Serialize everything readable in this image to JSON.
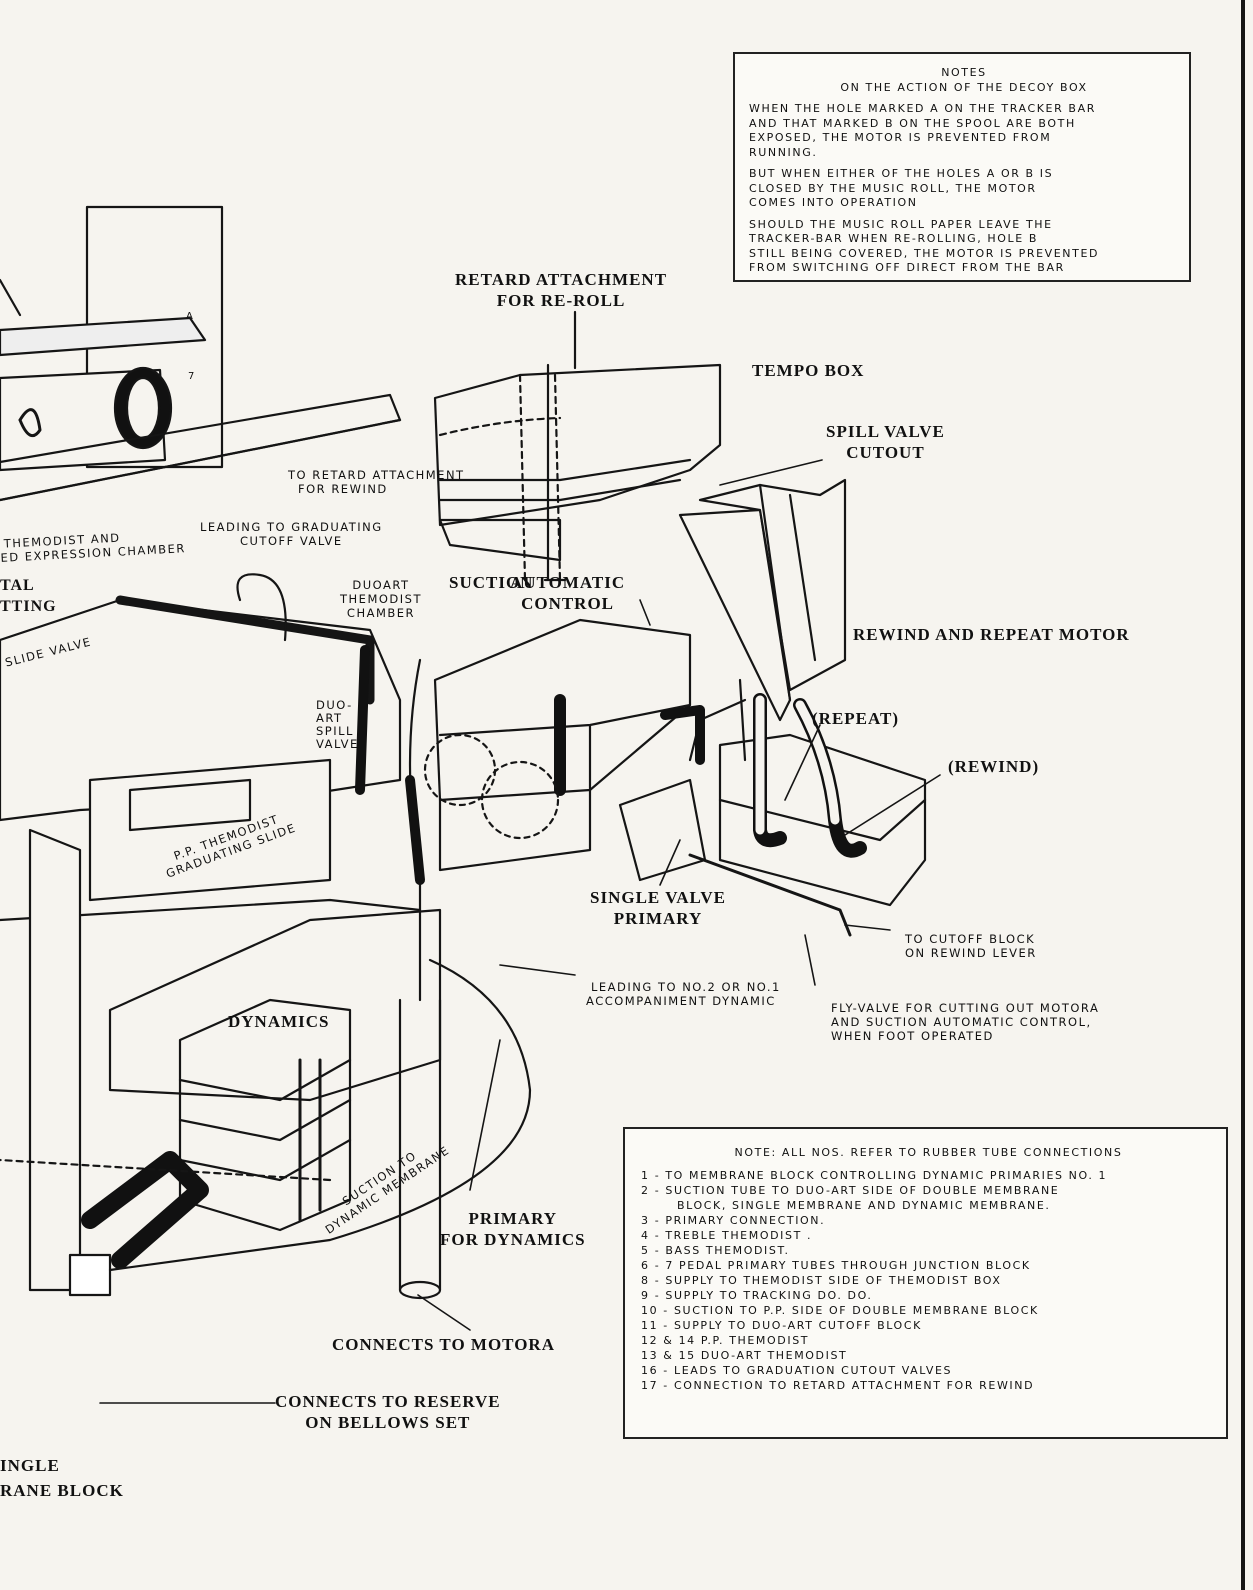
{
  "notes_box": {
    "title": "NOTES",
    "subtitle": "ON THE ACTION OF THE DECOY BOX",
    "paragraphs": [
      [
        "WHEN THE HOLE MARKED A ON THE TRACKER BAR",
        "AND THAT MARKED B ON THE SPOOL ARE BOTH",
        "EXPOSED, THE MOTOR IS PREVENTED FROM",
        "RUNNING."
      ],
      [
        "BUT WHEN EITHER OF THE HOLES A OR B IS",
        "CLOSED BY THE MUSIC ROLL, THE MOTOR",
        "COMES INTO OPERATION"
      ],
      [
        "SHOULD THE MUSIC ROLL PAPER LEAVE THE",
        "TRACKER-BAR WHEN RE-ROLLING, HOLE B",
        "STILL BEING COVERED, THE MOTOR IS PREVENTED",
        "FROM SWITCHING OFF DIRECT FROM THE BAR"
      ]
    ]
  },
  "labels": {
    "retard_attachment": [
      "RETARD ATTACHMENT",
      "FOR RE-ROLL"
    ],
    "tempo_box": "TEMPO BOX",
    "spill_valve_cutout": [
      "SPILL VALVE",
      "CUTOUT"
    ],
    "to_retard_attachment": [
      "TO RETARD ATTACHMENT",
      "FOR REWIND"
    ],
    "leading_to_graduating": [
      "LEADING TO GRADUATING",
      "CUTOFF VALVE"
    ],
    "themodist_and": [
      "THEMODIST AND",
      "ED EXPRESSION CHAMBER"
    ],
    "tal_tting": [
      "TAL",
      "TTING"
    ],
    "slide_valve": "SLIDE VALVE",
    "duoart_themodist": [
      "DUOART",
      "THEMODIST",
      "CHAMBER"
    ],
    "suction": "SUCTION",
    "automatic_control": [
      "AUTOMATIC",
      "CONTROL"
    ],
    "rewind_repeat_motor": "REWIND AND REPEAT MOTOR",
    "duo_art_spill_valve": [
      "DUO-",
      "ART",
      "SPILL",
      "VALVE"
    ],
    "repeat": "(REPEAT)",
    "rewind": "(REWIND)",
    "pp_themodist_slide": [
      "P.P. THEMODIST",
      "GRADUATING SLIDE"
    ],
    "single_valve_primary": [
      "SINGLE VALVE",
      "PRIMARY"
    ],
    "to_cutoff_block": [
      "TO CUTOFF BLOCK",
      "ON REWIND LEVER"
    ],
    "leading_to_no2": [
      "LEADING TO NO.2 OR NO.1",
      "ACCOMPANIMENT DYNAMIC"
    ],
    "fly_valve": [
      "FLY-VALVE FOR CUTTING OUT MOTORA",
      "AND SUCTION AUTOMATIC CONTROL,",
      "WHEN FOOT OPERATED"
    ],
    "dynamics": "DYNAMICS",
    "suction_to_dynamic": [
      "SUCTION TO",
      "DYNAMIC MEMBRANE"
    ],
    "primary_for_dynamics": [
      "PRIMARY",
      "FOR DYNAMICS"
    ],
    "connects_to_motora": "CONNECTS TO MOTORA",
    "connects_to_reserve": [
      "CONNECTS TO RESERVE",
      "ON BELLOWS SET"
    ],
    "single_membrane_block": [
      "INGLE",
      "RANE BLOCK"
    ],
    "tracker_a": "A",
    "tracker_7": "7"
  },
  "tube_notes": {
    "title": "NOTE: ALL NOS. REFER TO RUBBER TUBE CONNECTIONS",
    "items": [
      "1 - TO MEMBRANE BLOCK CONTROLLING DYNAMIC PRIMARIES NO. 1",
      "2 - SUCTION TUBE TO DUO-ART SIDE OF DOUBLE MEMBRANE",
      "      BLOCK, SINGLE MEMBRANE AND DYNAMIC MEMBRANE.",
      "3 - PRIMARY CONNECTION.",
      "4 - TREBLE THEMODIST .",
      "5 - BASS THEMODIST.",
      "6 - 7 PEDAL PRIMARY TUBES THROUGH JUNCTION BLOCK",
      "8 - SUPPLY TO THEMODIST SIDE OF THEMODIST BOX",
      "9 - SUPPLY TO TRACKING     DO. DO.",
      "10 - SUCTION TO P.P. SIDE OF DOUBLE MEMBRANE BLOCK",
      "11 - SUPPLY TO DUO-ART CUTOFF BLOCK",
      "12 & 14 P.P. THEMODIST",
      "13 & 15 DUO-ART THEMODIST",
      "16 - LEADS TO GRADUATION CUTOUT VALVES",
      "17 - CONNECTION TO RETARD ATTACHMENT FOR REWIND"
    ]
  }
}
